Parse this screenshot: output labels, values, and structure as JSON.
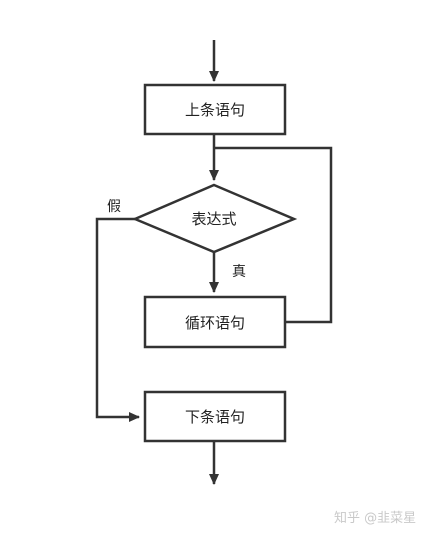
{
  "diagram": {
    "nodes": {
      "prev_statement": "上条语句",
      "condition": "表达式",
      "loop_body": "循环语句",
      "next_statement": "下条语句"
    },
    "edge_labels": {
      "false": "假",
      "true": "真"
    }
  },
  "watermark": {
    "text": "知乎 @韭菜星"
  },
  "colors": {
    "stroke": "#333333",
    "text": "#222222",
    "watermark": "#c9c9c9"
  }
}
